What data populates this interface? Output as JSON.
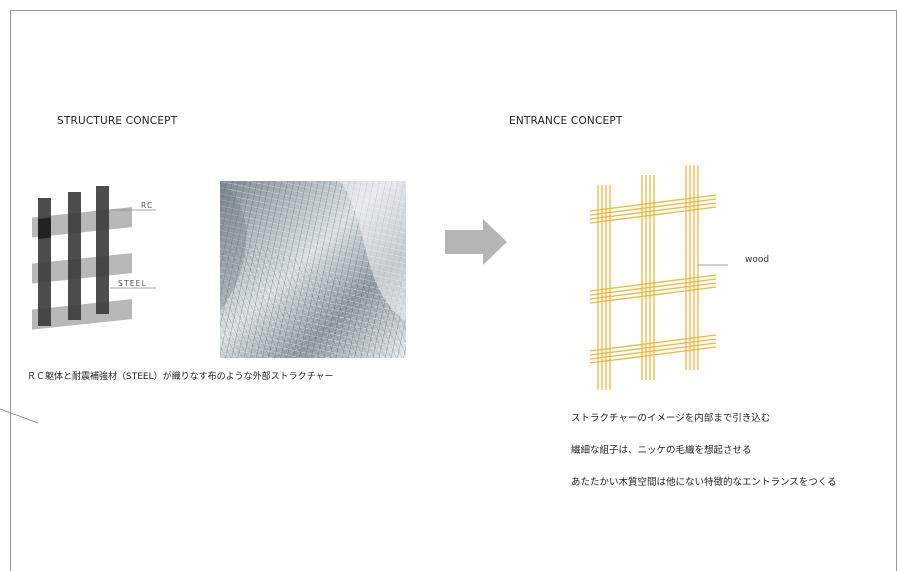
{
  "structure": {
    "title": "STRUCTURE CONCEPT",
    "label_rc": "RC",
    "label_steel": "STEEL",
    "caption": "ＲＣ躯体と耐震補強材（STEEL）が織りなす布のような外部ストラクチャー"
  },
  "entrance": {
    "title": "ENTRANCE CONCEPT",
    "label_wood": "wood",
    "caption_lines": [
      "ストラクチャーのイメージを内部まで引き込む",
      "繊細な組子は、ニッケの毛織を想起させる",
      "あたたかい木質空間は他にない特徴的なエントランスをつくる"
    ]
  },
  "colors": {
    "rc_dark": "#3a3a3a",
    "steel_light": "#b8b8b8",
    "arrow": "#b5b5b5",
    "wood": "#f0b642",
    "fabric": "#9aa6ad"
  }
}
